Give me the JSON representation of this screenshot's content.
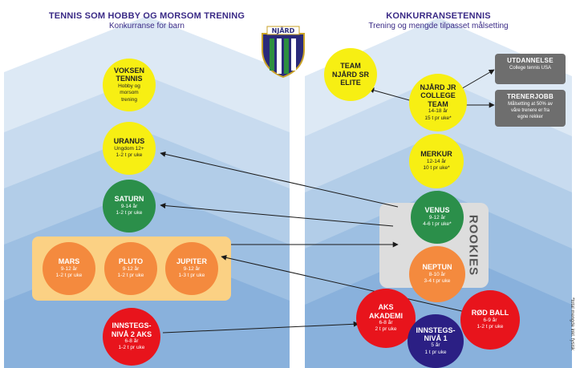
{
  "left_header": {
    "title": "TENNIS SOM HOBBY OG MORSOM TRENING",
    "subtitle": "Konkurranse for barn"
  },
  "right_header": {
    "title": "KONKURRANSETENNIS",
    "subtitle": "Trening og mengde tilpasset målsetting"
  },
  "logo": {
    "text": "NJÅRD"
  },
  "nodes": {
    "voksen": {
      "name": "VOKSEN TENNIS",
      "details": [
        "Hobby og",
        "morsom",
        "trening"
      ]
    },
    "uranus": {
      "name": "URANUS",
      "details": [
        "Ungdom 12+",
        "1-2 t pr uke"
      ]
    },
    "saturn": {
      "name": "SATURN",
      "details": [
        "9-14 år",
        "1-2 t pr uke"
      ]
    },
    "mars": {
      "name": "MARS",
      "details": [
        "9-12 år",
        "1-2 t pr uke"
      ]
    },
    "pluto": {
      "name": "PLUTO",
      "details": [
        "9-12 år",
        "1-2 t pr uke"
      ]
    },
    "jupiter": {
      "name": "JUPITER",
      "details": [
        "9-12 år",
        "1-3 t pr uke"
      ]
    },
    "innstegs2": {
      "name": "INNSTEGS-NIVÅ 2 AKS",
      "details": [
        "6-8 år",
        "1-2 t pr uke"
      ]
    },
    "team_elite": {
      "name": "TEAM NJÅRD SR ELITE",
      "details": []
    },
    "college_team": {
      "name": "NJÅRD JR COLLEGE TEAM",
      "details": [
        "14-18 år",
        "15 t pr uke*"
      ]
    },
    "merkur": {
      "name": "MERKUR",
      "details": [
        "12-14 år",
        "10 t pr uke*"
      ]
    },
    "venus": {
      "name": "VENUS",
      "details": [
        "9-12 år",
        "4-6 t pr uke*"
      ]
    },
    "neptun": {
      "name": "NEPTUN",
      "details": [
        "8-10 år",
        "3-4 t pr uke"
      ]
    },
    "aks_akademi": {
      "name": "AKS AKADEMI",
      "details": [
        "6-8 år",
        "2 t pr uke"
      ]
    },
    "rod_ball": {
      "name": "RØD BALL",
      "details": [
        "6-9 år",
        "1-2 t pr uke"
      ]
    },
    "innstegs1": {
      "name": "INNSTEGS-NIVÅ 1",
      "details": [
        "5 år",
        "1 t pr uke"
      ]
    }
  },
  "boxes": {
    "utdannelse": {
      "title": "UTDANNELSE",
      "details": [
        "College tennis USA"
      ]
    },
    "trenerjobb": {
      "title": "TRENERJOBB",
      "details": [
        "Målsetting at 50% av",
        "våre trenere er fra",
        "egne rekker"
      ]
    }
  },
  "rookies_label": "ROOKIES",
  "footnote": "*total mengde inkl. fysisk",
  "colors": {
    "yellow": "#f7ef13",
    "green": "#2b8f4a",
    "orange": "#f48a3e",
    "red": "#e8141c",
    "navy": "#2b1f84",
    "grey": "#6e6e6e",
    "header": "#3a2a86"
  }
}
